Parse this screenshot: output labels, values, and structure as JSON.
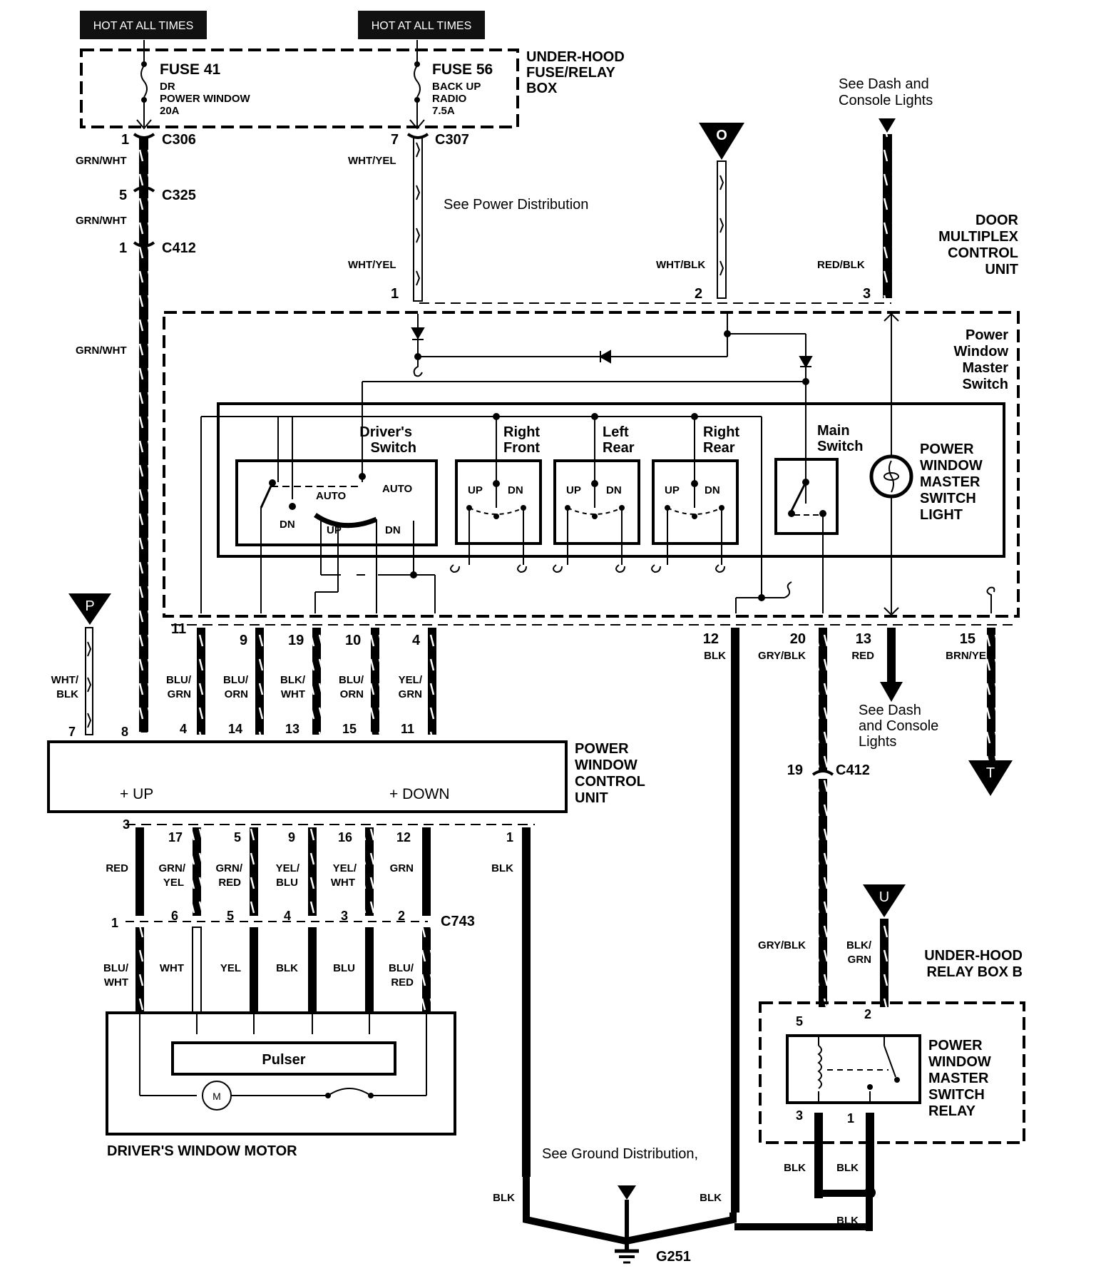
{
  "hot_labels": [
    "HOT AT ALL TIMES",
    "HOT AT ALL TIMES"
  ],
  "fusebox": {
    "title": [
      "UNDER-HOOD",
      "FUSE/RELAY",
      "BOX"
    ]
  },
  "fuses": [
    {
      "name": "FUSE 41",
      "desc": [
        "DR",
        "POWER WINDOW",
        "20A"
      ]
    },
    {
      "name": "FUSE 56",
      "desc": [
        "BACK UP",
        "RADIO",
        "7.5A"
      ]
    }
  ],
  "connectors": {
    "c306": {
      "pin": "1",
      "name": "C306"
    },
    "c307": {
      "pin": "7",
      "name": "C307"
    },
    "c325": {
      "pin": "5",
      "name": "C325"
    },
    "c412_top": {
      "pin": "1",
      "name": "C412"
    },
    "c412_bot": {
      "pin": "19",
      "name": "C412"
    },
    "c743": {
      "name": "C743"
    }
  },
  "wires_top": {
    "grnwht": [
      "GRN/WHT",
      "GRN/WHT",
      "GRN/WHT"
    ],
    "whtyel": [
      "WHT/YEL",
      "WHT/YEL"
    ],
    "whtblk": "WHT/BLK",
    "redblk": "RED/BLK"
  },
  "notes": {
    "power_dist": "See Power Distribution",
    "dash_top": [
      "See Dash and",
      "Console Lights"
    ],
    "dash_mid": [
      "See Dash",
      "and Console",
      "Lights"
    ],
    "ground_dist": "See Ground Distribution,"
  },
  "offpage": {
    "O": "O",
    "P": "P",
    "T": "T",
    "U": "U"
  },
  "dmcu": {
    "title": [
      "DOOR",
      "MULTIPLEX",
      "CONTROL",
      "UNIT"
    ],
    "pins": [
      "1",
      "2",
      "3"
    ]
  },
  "pwms": {
    "title": [
      "Power",
      "Window",
      "Master",
      "Switch"
    ],
    "switches": {
      "driver": [
        "Driver's",
        "Switch"
      ],
      "right_front": [
        "Right",
        "Front"
      ],
      "left_rear": [
        "Left",
        "Rear"
      ],
      "right_rear": [
        "Right",
        "Rear"
      ],
      "main": [
        "Main",
        "Switch"
      ]
    },
    "light": [
      "POWER",
      "WINDOW",
      "MASTER",
      "SWITCH",
      "LIGHT"
    ],
    "sw_labels": {
      "auto": "AUTO",
      "up": "UP",
      "dn": "DN"
    }
  },
  "pwms_pins": [
    {
      "pin": "11",
      "wire": [
        "BLU/",
        "GRN"
      ],
      "cu_pin": "4"
    },
    {
      "pin": "9",
      "wire": [
        "BLU/",
        "ORN"
      ],
      "cu_pin": "14"
    },
    {
      "pin": "19",
      "wire": [
        "BLK/",
        "WHT"
      ],
      "cu_pin": "13"
    },
    {
      "pin": "10",
      "wire": [
        "BLU/",
        "ORN"
      ],
      "cu_pin": "15"
    },
    {
      "pin": "4",
      "wire": [
        "YEL/",
        "GRN"
      ],
      "cu_pin": "11"
    }
  ],
  "pwms_right_pins": [
    {
      "pin": "12",
      "wire": "BLK"
    },
    {
      "pin": "20",
      "wire": "GRY/BLK"
    },
    {
      "pin": "13",
      "wire": "RED"
    },
    {
      "pin": "15",
      "wire": "BRN/YEL"
    }
  ],
  "p_wire": {
    "wire": [
      "WHT/",
      "BLK"
    ],
    "cu_pin": "7"
  },
  "grnwht_cu_pin": "8",
  "pwcu": {
    "title": [
      "POWER",
      "WINDOW",
      "CONTROL",
      "UNIT"
    ],
    "up": "+ UP",
    "down": "+ DOWN"
  },
  "pwcu_bottom": [
    {
      "pin": "3",
      "wire": [
        "RED"
      ],
      "c743": "1",
      "motor_wire": [
        "BLU/",
        "WHT"
      ]
    },
    {
      "pin": "17",
      "wire": [
        "GRN/",
        "YEL"
      ],
      "c743": "6",
      "motor_wire": [
        "WHT"
      ]
    },
    {
      "pin": "5",
      "wire": [
        "GRN/",
        "RED"
      ],
      "c743": "5",
      "motor_wire": [
        "YEL"
      ]
    },
    {
      "pin": "9",
      "wire": [
        "YEL/",
        "BLU"
      ],
      "c743": "4",
      "motor_wire": [
        "BLK"
      ]
    },
    {
      "pin": "16",
      "wire": [
        "YEL/",
        "WHT"
      ],
      "c743": "3",
      "motor_wire": [
        "BLU"
      ]
    },
    {
      "pin": "12",
      "wire": [
        "GRN"
      ],
      "c743": "2",
      "motor_wire": [
        "BLU/",
        "RED"
      ]
    },
    {
      "pin": "1",
      "wire": [
        "BLK"
      ]
    }
  ],
  "motor": {
    "title": "DRIVER'S WINDOW MOTOR",
    "pulser": "Pulser",
    "m": "M"
  },
  "relay_box": {
    "title": [
      "UNDER-HOOD",
      "RELAY BOX B"
    ],
    "relay": [
      "POWER",
      "WINDOW",
      "MASTER",
      "SWITCH",
      "RELAY"
    ],
    "pins": [
      "5",
      "2",
      "3",
      "1"
    ]
  },
  "relay_wires": {
    "left": "GRY/BLK",
    "right": [
      "BLK/",
      "GRN"
    ],
    "blk": [
      "BLK",
      "BLK",
      "BLK"
    ]
  },
  "ground": {
    "name": "G251",
    "blk": [
      "BLK",
      "BLK"
    ]
  }
}
